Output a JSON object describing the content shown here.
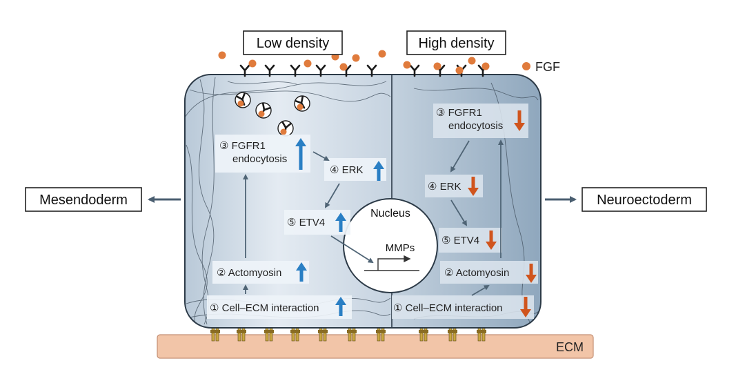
{
  "labels": {
    "low_density": "Low density",
    "high_density": "High density",
    "fgf": "FGF",
    "mesendoderm": "Mesendoderm",
    "neuroectoderm": "Neuroectoderm",
    "ecm": "ECM",
    "nucleus": "Nucleus",
    "mmps": "MMPs"
  },
  "low_density_steps": {
    "fgfr1_line1": "③ FGFR1",
    "fgfr1_line2": "endocytosis",
    "erk": "④ ERK",
    "etv4": "⑤ ETV4",
    "actomyosin": "② Actomyosin",
    "cell_ecm": "① Cell–ECM interaction"
  },
  "high_density_steps": {
    "fgfr1_line1": "③ FGFR1",
    "fgfr1_line2": "endocytosis",
    "erk": "④ ERK",
    "etv4": "⑤ ETV4",
    "actomyosin": "② Actomyosin",
    "cell_ecm": "① Cell–ECM interaction"
  },
  "colors": {
    "up_arrow": "#2a7fc4",
    "down_arrow": "#d0541d",
    "fgf_ligand": "#e07b3c",
    "ecm_fill": "#f2c5a8",
    "cell_left": "#dde6ef",
    "cell_right": "#a9bccf",
    "pathway_arrow": "#4f6475"
  }
}
